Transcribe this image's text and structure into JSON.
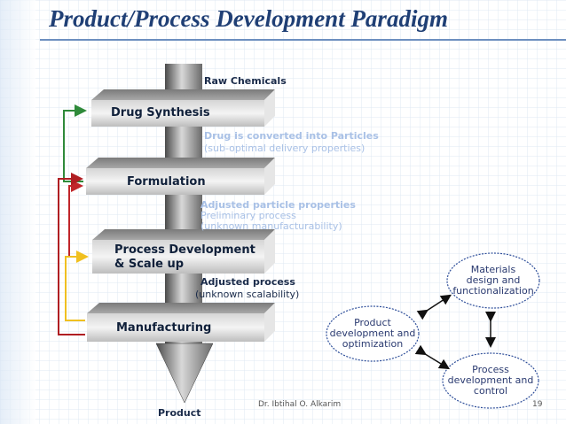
{
  "title": "Product/Process Development Paradigm",
  "flow": {
    "top_label": "Raw Chemicals",
    "bottom_label": "Product",
    "steps": [
      "Drug Synthesis",
      "Formulation",
      "Process Development\n& Scale up",
      "Manufacturing"
    ],
    "notes": [
      {
        "lines": [
          "Drug is converted into Particles",
          "(sub-optimal delivery properties)"
        ]
      },
      {
        "lines": [
          "Adjusted particle properties",
          "Preliminary process",
          "(unknown manufacturability)"
        ]
      },
      {
        "lines": [
          "Adjusted process",
          "(unknown scalability)"
        ]
      }
    ]
  },
  "cycle": {
    "materials": "Materials\ndesign and\nfunctionalization",
    "product": "Product\ndevelopment and\noptimization",
    "process": "Process\ndevelopment and\ncontrol"
  },
  "footer": {
    "author": "Dr. Ibtihal O. Alkarim",
    "page": "19"
  },
  "colors": {
    "title": "#1f3f75",
    "feedback_green": "#2f8a3a",
    "feedback_red": "#c0262a",
    "feedback_yellow": "#f0c020",
    "note_faded": "#a9c1e6",
    "note_dark": "#1a2b4a",
    "oval_border": "#2f4f9a"
  }
}
